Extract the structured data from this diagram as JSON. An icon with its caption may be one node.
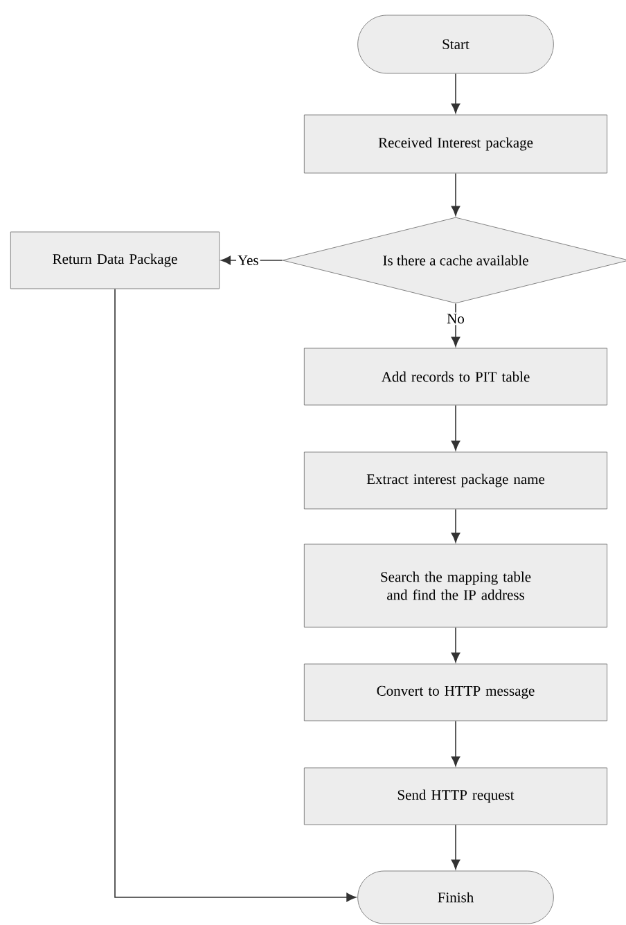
{
  "diagram": {
    "nodes": [
      {
        "text": [
          "Start"
        ]
      },
      {
        "text": [
          "Received Interest package"
        ]
      },
      {
        "text": [
          "Is there a cache available"
        ]
      },
      {
        "text": [
          "Return Data Package"
        ]
      },
      {
        "text": [
          "Add records to PIT table"
        ]
      },
      {
        "text": [
          "Extract interest package name"
        ]
      },
      {
        "text": [
          "Search the mapping table and find the IP address"
        ]
      },
      {
        "text": [
          "Convert to HTTP message"
        ]
      },
      {
        "text": [
          "Send HTTP request"
        ]
      },
      {
        "text": [
          "Finish"
        ]
      }
    ],
    "edges": [
      {
        "from": 0,
        "to": 1,
        "arrow": "to"
      },
      {
        "from": 1,
        "to": 2,
        "arrow": "to"
      },
      {
        "from": 2,
        "to": 3,
        "arrow": "to",
        "label": "Yes"
      },
      {
        "from": 2,
        "to": 4,
        "arrow": "to",
        "label": "No"
      },
      {
        "from": 4,
        "to": 5,
        "arrow": "to"
      },
      {
        "from": 5,
        "to": 6,
        "arrow": "to"
      },
      {
        "from": 6,
        "to": 7,
        "arrow": "to"
      },
      {
        "from": 7,
        "to": 8,
        "arrow": "to"
      },
      {
        "from": 8,
        "to": 9,
        "arrow": "to"
      },
      {
        "from": 3,
        "to": 9,
        "arrow": "to"
      }
    ]
  }
}
